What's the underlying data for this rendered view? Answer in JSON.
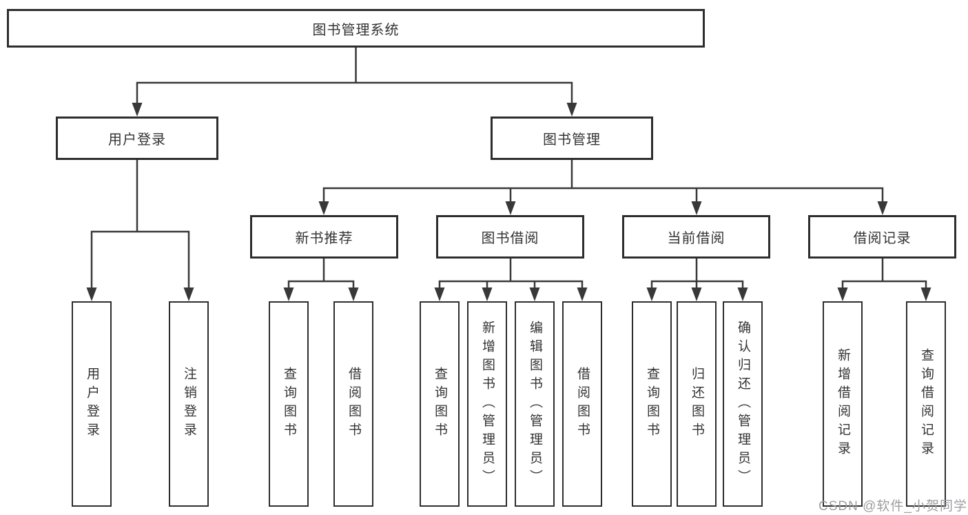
{
  "colors": {
    "line": "#383838",
    "box_border": "#2d2d2d",
    "text": "#333333",
    "watermark_text": "#9e9ea2",
    "background": "#ffffff"
  },
  "tree": {
    "root": {
      "label": "图书管理系统"
    },
    "branches": [
      {
        "label": "用户登录",
        "leaves": [
          "用户登录",
          "注销登录"
        ]
      },
      {
        "label": "图书管理",
        "groups": [
          {
            "label": "新书推荐",
            "leaves": [
              "查询图书",
              "借阅图书"
            ]
          },
          {
            "label": "图书借阅",
            "leaves": [
              "查询图书",
              "新增图书（管理员）",
              "编辑图书（管理员）",
              "借阅图书"
            ]
          },
          {
            "label": "当前借阅",
            "leaves": [
              "查询图书",
              "归还图书",
              "确认归还（管理员）"
            ]
          },
          {
            "label": "借阅记录",
            "leaves": [
              "新增借阅记录",
              "查询借阅记录"
            ]
          }
        ]
      }
    ]
  },
  "watermark": {
    "text": "CSDN @软件_小贺同学"
  }
}
